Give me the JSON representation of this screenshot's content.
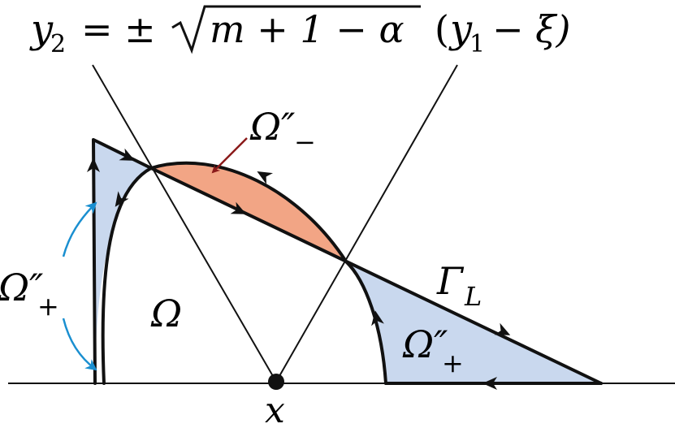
{
  "equation": {
    "lhs": "y",
    "lhs_sub": "2",
    "eq_pm": "= ±",
    "radicand": "m + 1 − α",
    "paren_open": "(",
    "paren_var": "y",
    "paren_sub": "1",
    "paren_rest": "− ξ)"
  },
  "labels": {
    "omega_minus": {
      "base": "Ω″",
      "sub": "−"
    },
    "omega_plus_left": {
      "base": "Ω″",
      "sub": "+"
    },
    "omega_plus_right": {
      "base": "Ω″",
      "sub": "+"
    },
    "omega": "Ω",
    "gamma": {
      "base": "Γ",
      "sub": "L"
    },
    "point_x": "x"
  },
  "colors": {
    "blue_fill": "#c9d8ee",
    "orange_fill": "#f2a585",
    "red_arrow": "#8b1a1a",
    "blue_arrow": "#1a8fd0",
    "stroke": "#111111"
  }
}
